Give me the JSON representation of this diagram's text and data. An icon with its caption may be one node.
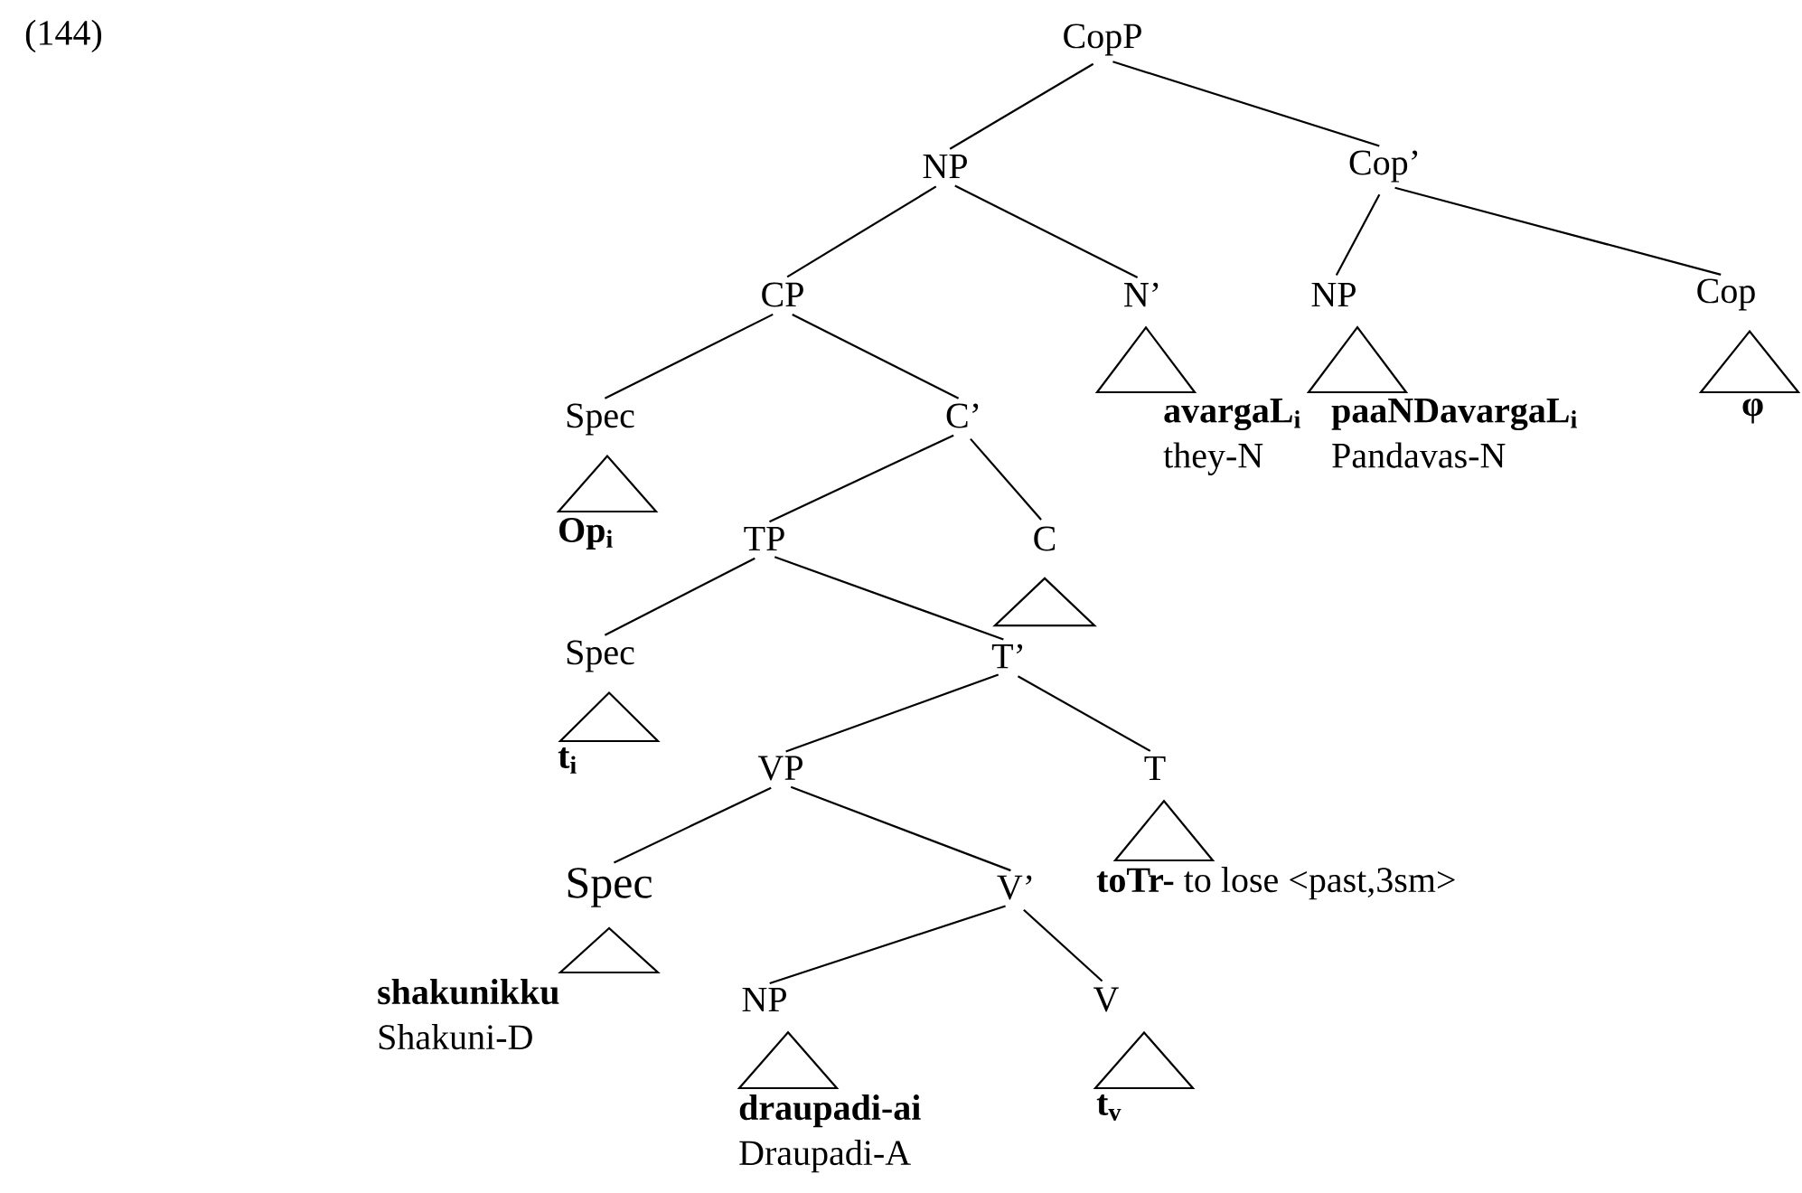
{
  "diagram": {
    "nodes": [
      {
        "text": [
          "CopP"
        ]
      },
      {
        "text": [
          "NP"
        ]
      },
      {
        "text": [
          "Cop’"
        ]
      },
      {
        "text": [
          "CP"
        ]
      },
      {
        "text": [
          "N’"
        ]
      },
      {
        "text": [
          "NP"
        ]
      },
      {
        "text": [
          "Cop"
        ]
      },
      {
        "text": [
          "Spec"
        ]
      },
      {
        "text": [
          "C’"
        ]
      },
      {
        "text": [
          "avargaL$_{i}$",
          "they-N"
        ]
      },
      {
        "text": [
          "paaNDavargaL$_{i}$",
          "Pandavas-N"
        ]
      },
      {
        "text": [
          "φ"
        ]
      },
      {
        "text": [
          "Op$_{i}$"
        ]
      },
      {
        "text": [
          "TP"
        ]
      },
      {
        "text": [
          "C"
        ]
      },
      {
        "text": [
          "Spec"
        ]
      },
      {
        "text": [
          "T’"
        ]
      },
      {
        "text": [
          "t$_{i}$"
        ]
      },
      {
        "text": [
          "VP"
        ]
      },
      {
        "text": [
          "T"
        ]
      },
      {
        "text": [
          "Spec"
        ]
      },
      {
        "text": [
          "V’"
        ]
      },
      {
        "text": [
          "**toTr-** to lose <past,3sm>"
        ]
      },
      {
        "text": [
          "shakunikku",
          "Shakuni-D"
        ]
      },
      {
        "text": [
          "NP"
        ]
      },
      {
        "text": [
          "V"
        ]
      },
      {
        "text": [
          "draupadi-ai",
          "Draupadi-A"
        ]
      },
      {
        "text": [
          "t$_{v}$"
        ]
      },
      {
        "text": [],
        "shape": "triangle"
      }
    ],
    "edges": [
      {
        "from": 0,
        "to": 1,
        "arrow": "none"
      },
      {
        "from": 0,
        "to": 2,
        "arrow": "none"
      },
      {
        "from": 1,
        "to": 3,
        "arrow": "none"
      },
      {
        "from": 1,
        "to": 4,
        "arrow": "none"
      },
      {
        "from": 2,
        "to": 5,
        "arrow": "none"
      },
      {
        "from": 2,
        "to": 6,
        "arrow": "none"
      },
      {
        "from": 3,
        "to": 7,
        "arrow": "none"
      },
      {
        "from": 3,
        "to": 8,
        "arrow": "none"
      },
      {
        "from": 8,
        "to": 13,
        "arrow": "none"
      },
      {
        "from": 8,
        "to": 14,
        "arrow": "none"
      },
      {
        "from": 13,
        "to": 15,
        "arrow": "none"
      },
      {
        "from": 13,
        "to": 16,
        "arrow": "none"
      },
      {
        "from": 16,
        "to": 18,
        "arrow": "none"
      },
      {
        "from": 16,
        "to": 19,
        "arrow": "none"
      },
      {
        "from": 18,
        "to": 20,
        "arrow": "none"
      },
      {
        "from": 18,
        "to": 21,
        "arrow": "none"
      },
      {
        "from": 21,
        "to": 24,
        "arrow": "none"
      },
      {
        "from": 21,
        "to": 25,
        "arrow": "none"
      },
      {
        "from": 4,
        "to": 9,
        "arrow": "none"
      },
      {
        "from": 5,
        "to": 10,
        "arrow": "none"
      },
      {
        "from": 6,
        "to": 11,
        "arrow": "none"
      },
      {
        "from": 7,
        "to": 12,
        "arrow": "none"
      },
      {
        "from": 15,
        "to": 17,
        "arrow": "none"
      },
      {
        "from": 19,
        "to": 22,
        "arrow": "none"
      },
      {
        "from": 20,
        "to": 23,
        "arrow": "none"
      },
      {
        "from": 24,
        "to": 26,
        "arrow": "none"
      },
      {
        "from": 25,
        "to": 27,
        "arrow": "none"
      }
    ],
    "labels": [
      "(144)"
    ]
  }
}
